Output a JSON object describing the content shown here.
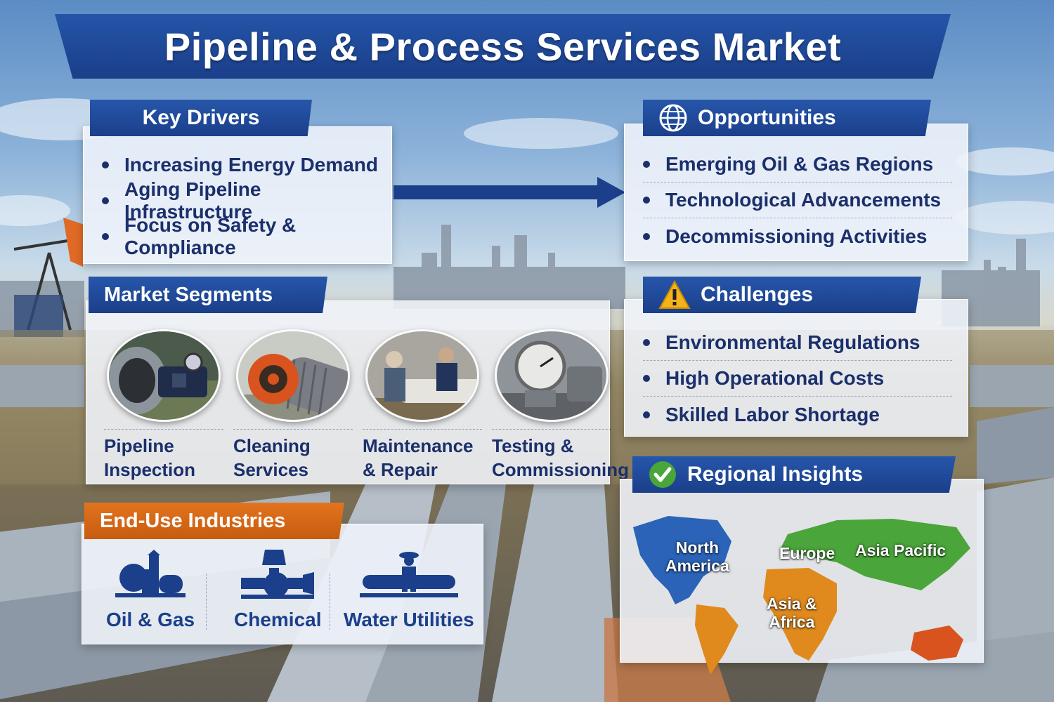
{
  "title": "Pipeline & Process Services Market",
  "key_drivers": {
    "heading": "Key Drivers",
    "items": [
      "Increasing Energy Demand",
      "Aging Pipeline Infrastructure",
      "Focus on Safety & Compliance"
    ]
  },
  "opportunities": {
    "heading": "Opportunities",
    "icon": "globe-icon",
    "items": [
      "Emerging Oil & Gas Regions",
      "Technological Advancements",
      "Decommissioning Activities"
    ]
  },
  "market_segments": {
    "heading": "Market Segments",
    "items": [
      {
        "line1": "Pipeline",
        "line2": "Inspection"
      },
      {
        "line1": "Cleaning",
        "line2": "Services"
      },
      {
        "line1": "Maintenance",
        "line2": "& Repair"
      },
      {
        "line1": "Testing &",
        "line2": "Commissioning"
      }
    ]
  },
  "challenges": {
    "heading": "Challenges",
    "icon": "warning-icon",
    "items": [
      "Environmental Regulations",
      "High Operational Costs",
      "Skilled Labor Shortage"
    ]
  },
  "end_use": {
    "heading": "End-Use Industries",
    "items": [
      "Oil & Gas",
      "Chemical",
      "Water Utilities"
    ]
  },
  "regional": {
    "heading": "Regional Insights",
    "icon": "check-icon",
    "regions": {
      "north_america_1": "North",
      "north_america_2": "America",
      "europe": "Europe",
      "asia_pacific": "Asia Pacific",
      "asia_africa_1": "Asia &",
      "asia_africa_2": "Africa"
    }
  },
  "colors": {
    "primary_blue": "#1b3f8a",
    "accent_orange": "#e2741e",
    "text_navy": "#1b2f6b",
    "map_blue": "#2a63b8",
    "map_green": "#4aa53a",
    "map_orange": "#e08a1e",
    "map_red": "#d9531e"
  }
}
